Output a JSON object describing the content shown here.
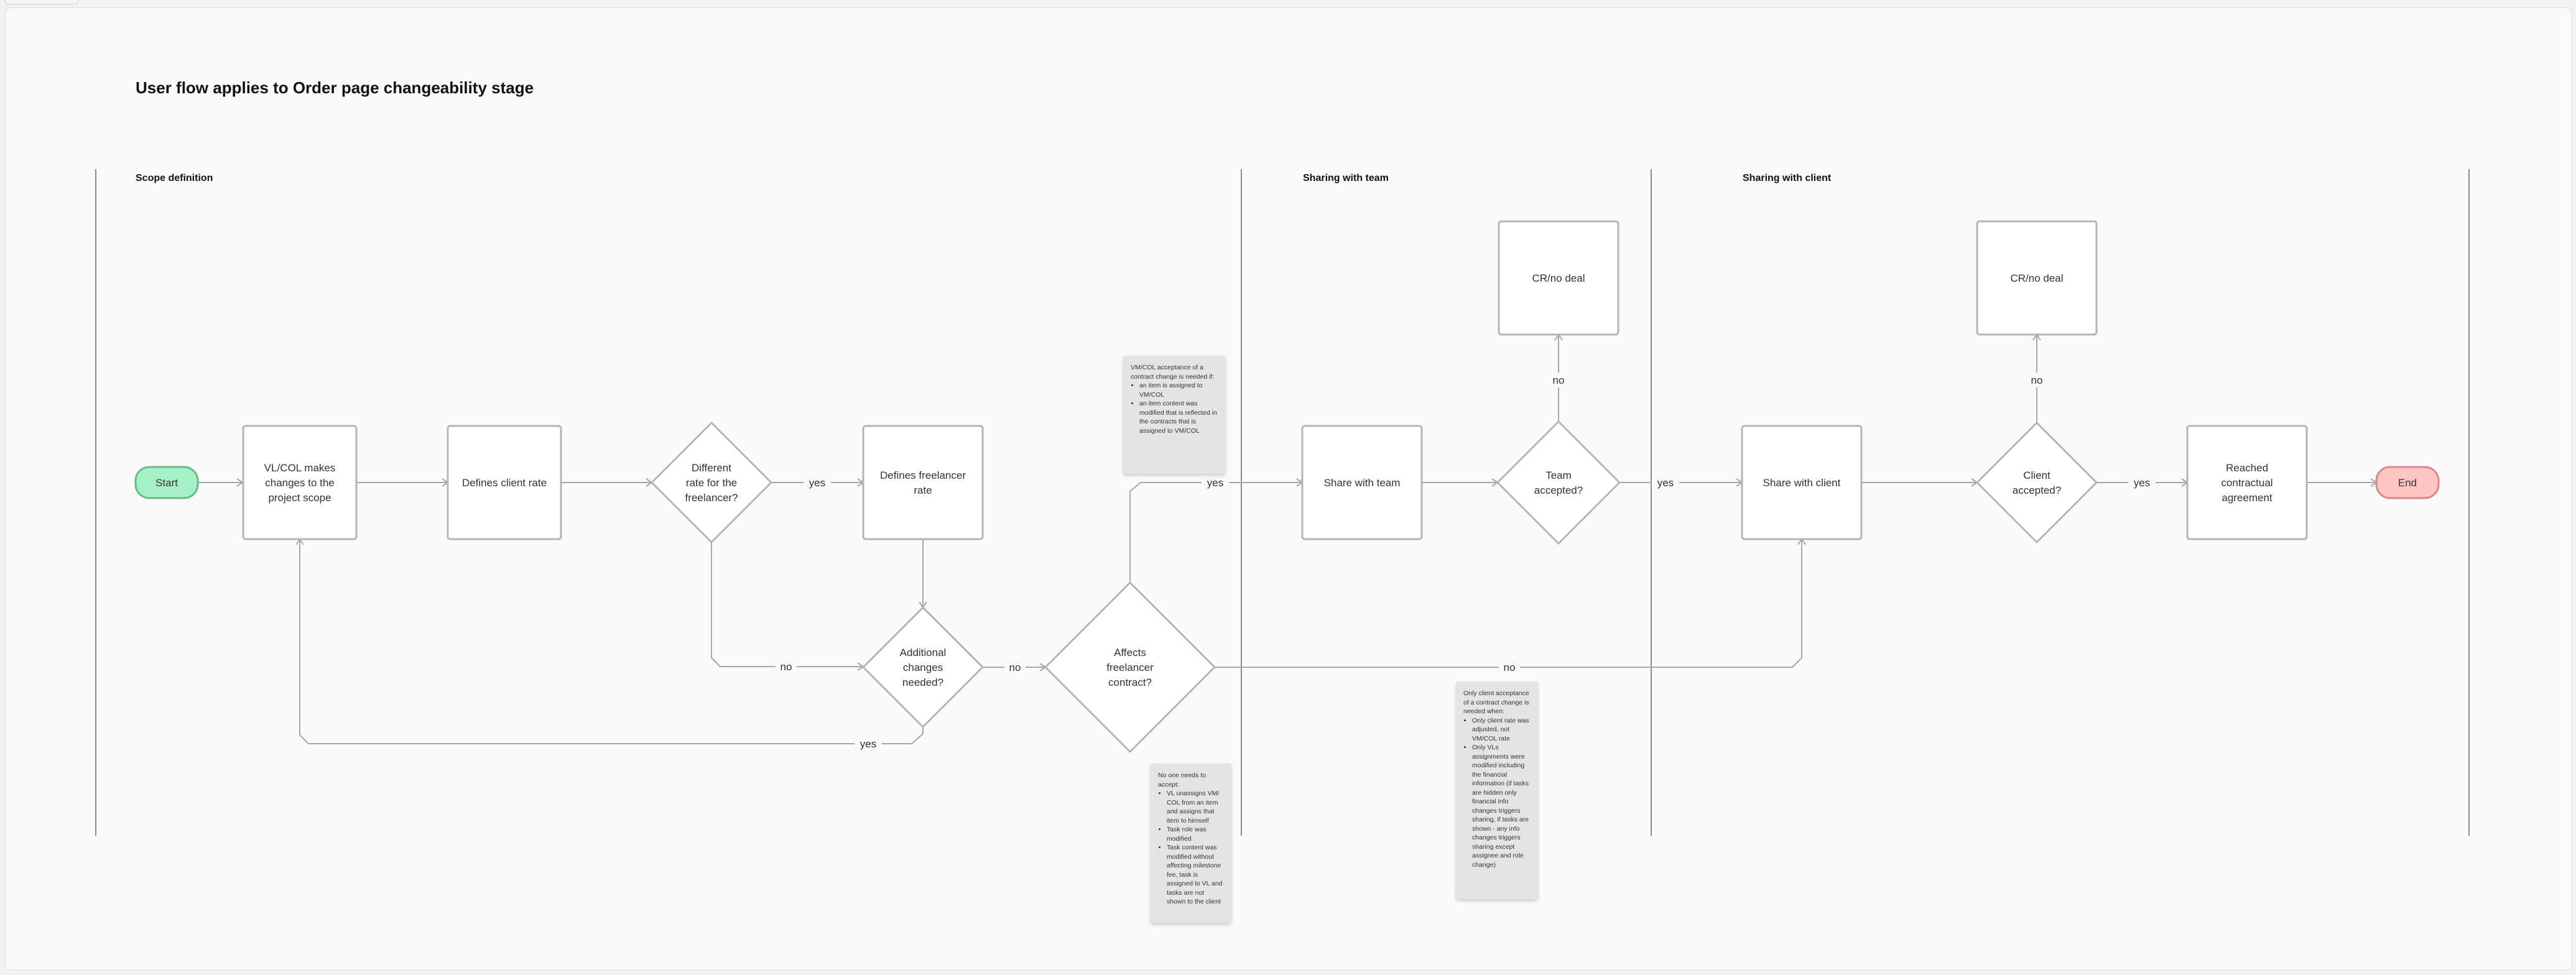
{
  "title": "User flow applies to Order page changeability stage",
  "lanes": [
    {
      "id": "scope",
      "label": "Scope definition"
    },
    {
      "id": "team",
      "label": "Sharing with team"
    },
    {
      "id": "client",
      "label": "Sharing with client"
    }
  ],
  "nodes": {
    "start": {
      "shape": "terminal",
      "lines": [
        "Start"
      ],
      "fill": "#a6f0c6",
      "stroke": "#5fbf86"
    },
    "vl_changes": {
      "shape": "process",
      "lines": [
        "VL/COL makes",
        "changes to the",
        "project scope"
      ]
    },
    "client_rate": {
      "shape": "process",
      "lines": [
        "Defines client rate"
      ]
    },
    "diff_rate": {
      "shape": "decision",
      "lines": [
        "Different",
        "rate for the",
        "freelancer?"
      ]
    },
    "freelancer_rate": {
      "shape": "process",
      "lines": [
        "Defines freelancer",
        "rate"
      ]
    },
    "additional": {
      "shape": "decision",
      "lines": [
        "Additional",
        "changes",
        "needed?"
      ]
    },
    "affects": {
      "shape": "decision",
      "lines": [
        "Affects",
        "freelancer",
        "contract?"
      ]
    },
    "share_team": {
      "shape": "process",
      "lines": [
        "Share with team"
      ]
    },
    "team_accepted": {
      "shape": "decision",
      "lines": [
        "Team",
        "accepted?"
      ]
    },
    "cr_team": {
      "shape": "process",
      "lines": [
        "CR/no deal"
      ]
    },
    "share_client": {
      "shape": "process",
      "lines": [
        "Share with client"
      ]
    },
    "client_accepted": {
      "shape": "decision",
      "lines": [
        "Client",
        "accepted?"
      ]
    },
    "cr_client": {
      "shape": "process",
      "lines": [
        "CR/no deal"
      ]
    },
    "reached": {
      "shape": "process",
      "lines": [
        "Reached",
        "contractual",
        "agreement"
      ]
    },
    "end": {
      "shape": "terminal",
      "lines": [
        "End"
      ],
      "fill": "#ffc4c4",
      "stroke": "#e08585"
    }
  },
  "edges": [
    {
      "from": "start",
      "to": "vl_changes",
      "label": ""
    },
    {
      "from": "vl_changes",
      "to": "client_rate",
      "label": ""
    },
    {
      "from": "client_rate",
      "to": "diff_rate",
      "label": ""
    },
    {
      "from": "diff_rate",
      "to": "freelancer_rate",
      "label": "yes"
    },
    {
      "from": "diff_rate",
      "to": "additional",
      "label": "no"
    },
    {
      "from": "freelancer_rate",
      "to": "additional",
      "label": ""
    },
    {
      "from": "additional",
      "to": "affects",
      "label": "no"
    },
    {
      "from": "additional",
      "to": "vl_changes",
      "label": "yes"
    },
    {
      "from": "affects",
      "to": "share_team",
      "label": "yes"
    },
    {
      "from": "affects",
      "to": "share_client",
      "label": "no"
    },
    {
      "from": "share_team",
      "to": "team_accepted",
      "label": ""
    },
    {
      "from": "team_accepted",
      "to": "cr_team",
      "label": "no"
    },
    {
      "from": "team_accepted",
      "to": "share_client",
      "label": "yes"
    },
    {
      "from": "share_client",
      "to": "client_accepted",
      "label": ""
    },
    {
      "from": "client_accepted",
      "to": "cr_client",
      "label": "no"
    },
    {
      "from": "client_accepted",
      "to": "reached",
      "label": "yes"
    },
    {
      "from": "reached",
      "to": "end",
      "label": ""
    }
  ],
  "notes": {
    "vm_acceptance": {
      "intro": "VM/COL acceptance of a contract change is needed if:",
      "items": [
        "an item is assigned to VM/COL",
        "an item content was modified that is reflected in the contracts that is assigned to VM/COL"
      ]
    },
    "no_one": {
      "intro": "No one needs to accept:",
      "items": [
        "VL unassigns VM/ COL from an item and assigns that item to himself",
        "Task role was modified",
        "Task content was modified without affecting milestone fee, task is assigned to VL and tasks are not shown to the client"
      ]
    },
    "only_client": {
      "intro": "Only client acceptance of a contract change is needed when:",
      "items": [
        "Only client rate was adjusted, not VM/COL rate",
        "Only VLs assignments were modified including the financial information (if tasks are hidden only financial info changes triggers sharing, if tasks are shown - any info changes triggers sharing except assignee and role change)"
      ]
    }
  },
  "colors": {
    "line": "#a7a7a7",
    "node_stroke": "#b5b5b5",
    "node_fill": "#ffffff",
    "lane_line": "#8a8a8a",
    "note_bg": "#e4e4e4"
  }
}
